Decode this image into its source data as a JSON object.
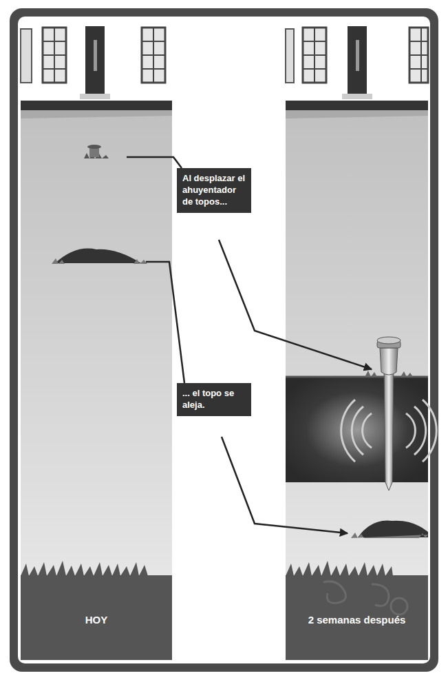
{
  "diagram": {
    "nodes": [
      {
        "text": [
          "Al desplazar el ahuyentador de topos..."
        ]
      },
      {
        "text": [
          "... el topo se aleja."
        ]
      },
      {
        "text": [
          "HOY"
        ]
      },
      {
        "text": [
          "2 semanas después"
        ]
      }
    ]
  }
}
